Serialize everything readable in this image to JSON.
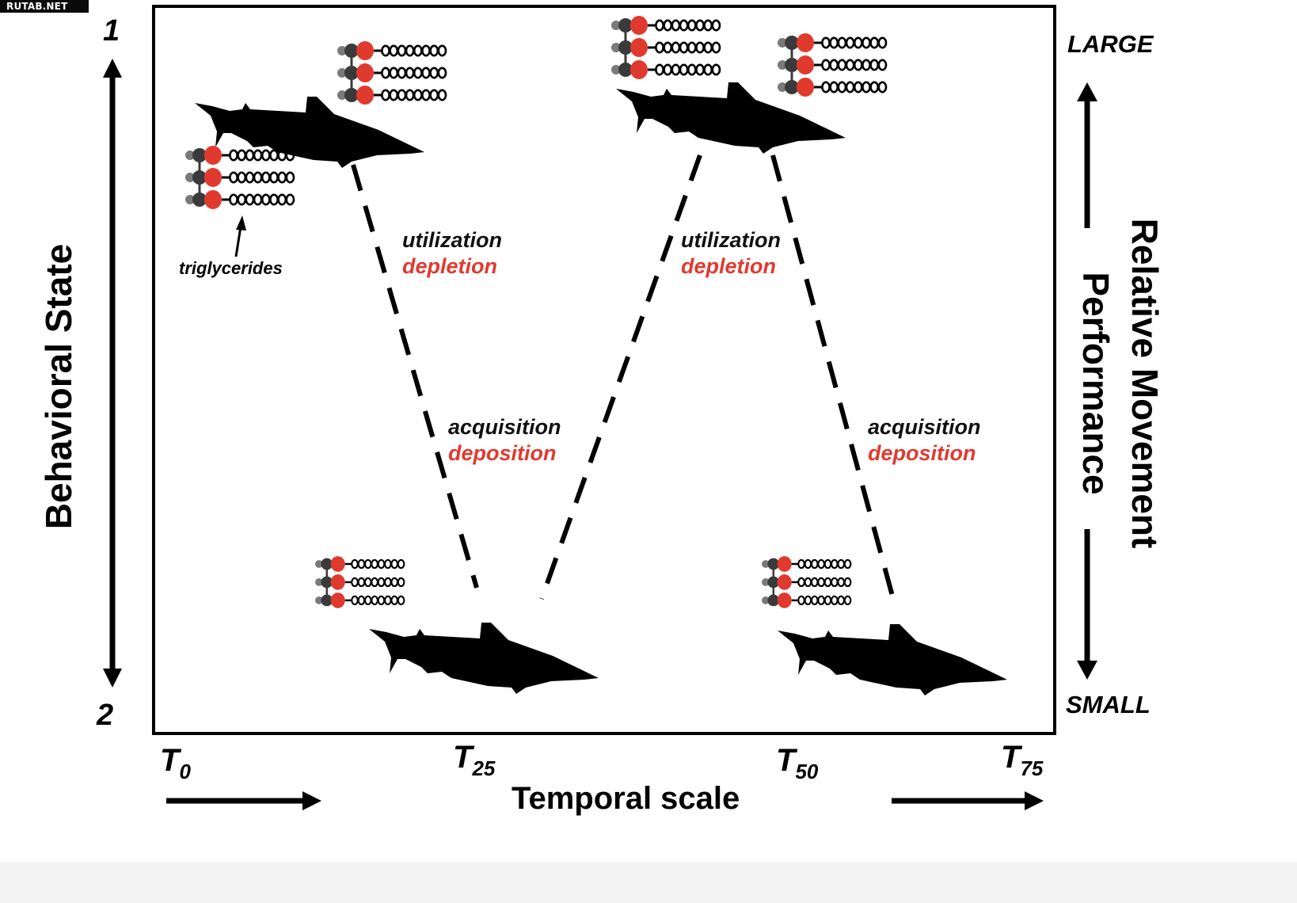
{
  "watermark": "RUTAB.NET",
  "left_axis": {
    "title": "Behavioral State",
    "top_value": "1",
    "bottom_value": "2"
  },
  "right_axis": {
    "title_line1": "Relative Movement",
    "title_line2": "Performance",
    "top_label": "LARGE",
    "bottom_label": "SMALL"
  },
  "x_axis": {
    "title": "Temporal scale",
    "ticks": [
      {
        "base": "T",
        "sub": "0"
      },
      {
        "base": "T",
        "sub": "25"
      },
      {
        "base": "T",
        "sub": "50"
      },
      {
        "base": "T",
        "sub": "75"
      }
    ]
  },
  "annotations": {
    "triglycerides": "triglycerides",
    "phase1": {
      "line1": "utilization",
      "line2": "depletion"
    },
    "phase2": {
      "line1": "acquisition",
      "line2": "deposition"
    },
    "phase3": {
      "line1": "utilization",
      "line2": "depletion"
    },
    "phase4": {
      "line1": "acquisition",
      "line2": "deposition"
    }
  },
  "colors": {
    "accent_red": "#e03a2f",
    "glycerol_dark": "#3a3a3c",
    "glycerol_light": "#7a7a7a",
    "ink": "#000000"
  }
}
